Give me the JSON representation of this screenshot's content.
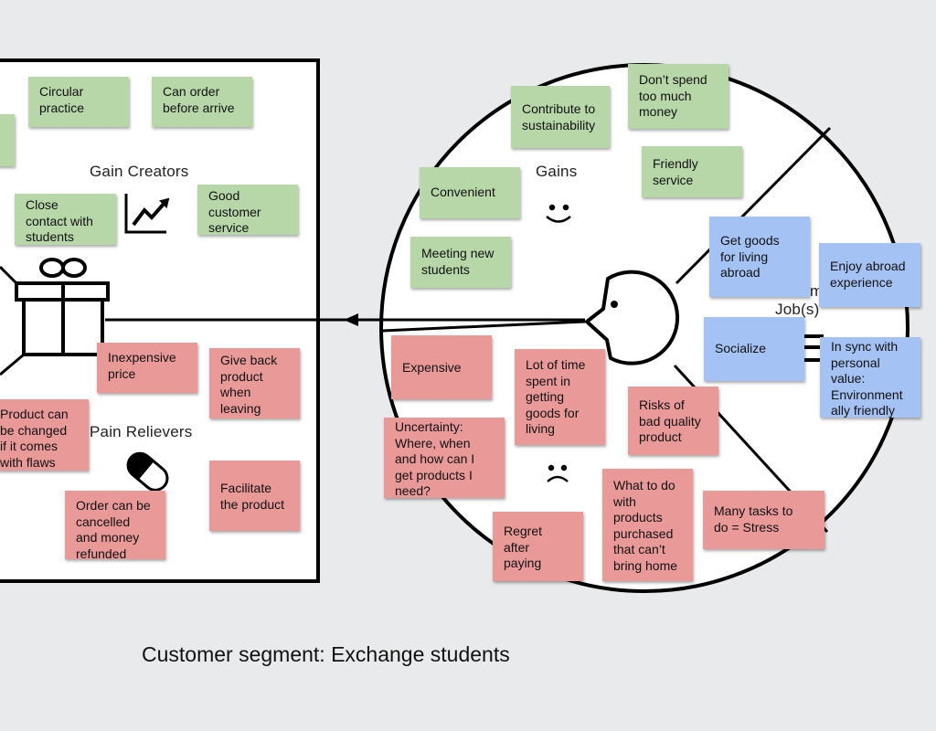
{
  "labels": {
    "gain_creators": "Gain Creators",
    "pain_relievers": "Pain Relievers",
    "gains": "Gains",
    "jobs": "Job(s)",
    "jobs_partial": "m",
    "caption": "Customer segment: Exchange students"
  },
  "gain_creator_notes": [
    {
      "text": "Circular\npractice"
    },
    {
      "text": "Can order\nbefore arrive"
    },
    {
      "text": "Close\ncontact with\nstudents"
    },
    {
      "text": "Good\ncustomer\nservice"
    }
  ],
  "pain_reliever_notes": [
    {
      "text": "Inexpensive\nprice"
    },
    {
      "text": "Give back\nproduct\nwhen\nleaving"
    },
    {
      "text": "Product can\nbe changed\nif it comes\nwith flaws"
    },
    {
      "text": "Facilitate\nthe product"
    },
    {
      "text": "Order can be\ncancelled\nand money\nrefunded"
    }
  ],
  "gain_notes": [
    {
      "text": "Contribute to\nsustainability"
    },
    {
      "text": "Don’t spend\ntoo much\nmoney"
    },
    {
      "text": "Friendly\nservice"
    },
    {
      "text": "Convenient"
    },
    {
      "text": "Meeting new\nstudents"
    }
  ],
  "job_notes": [
    {
      "text": "Get goods\nfor living\nabroad"
    },
    {
      "text": "Enjoy abroad\nexperience"
    },
    {
      "text": "Socialize"
    },
    {
      "text": "In sync with\npersonal\nvalue:\nEnvironment\nally friendly"
    }
  ],
  "pain_notes": [
    {
      "text": "Expensive"
    },
    {
      "text": "Lot of time\nspent in\ngetting\ngoods for\nliving"
    },
    {
      "text": "Risks of\nbad quality\nproduct"
    },
    {
      "text": "Uncertainty:\nWhere, when\nand how can I\nget products I\nneed?"
    },
    {
      "text": "What to do\nwith\nproducts\npurchased\nthat can’t\nbring home"
    },
    {
      "text": "Many tasks to\ndo = Stress"
    },
    {
      "text": "Regret\nafter\npaying"
    }
  ],
  "colors": {
    "gain_creator": "#b7d7a8",
    "pain_reliever": "#ea9999",
    "gain": "#b7d7a8",
    "pain": "#ea9999",
    "job": "#a4c2f4"
  }
}
